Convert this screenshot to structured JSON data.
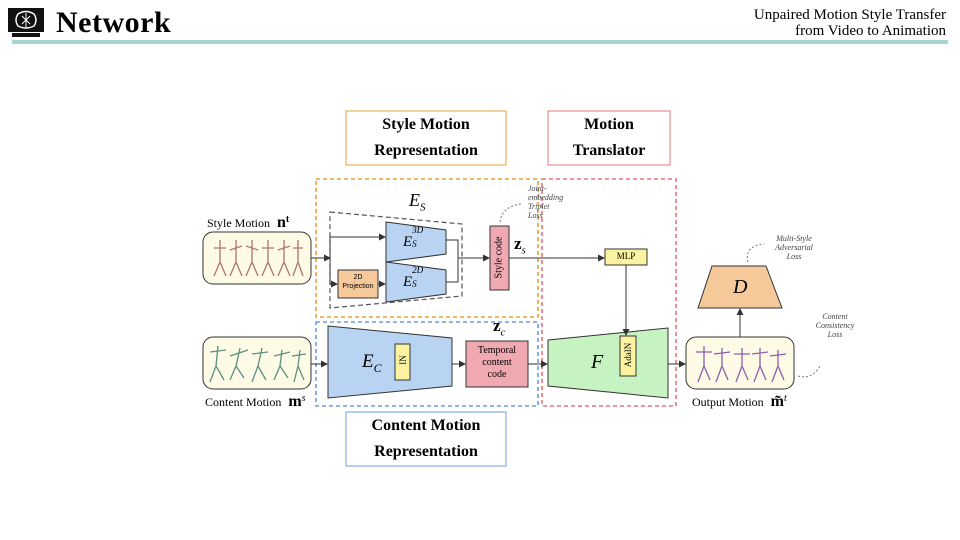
{
  "header": {
    "title": "Network",
    "subtitle_line1": "Unpaired Motion Style Transfer",
    "subtitle_line2": "from Video to Animation"
  },
  "diagram": {
    "style_rep_line1": "Style Motion",
    "style_rep_line2": "Representation",
    "translator_line1": "Motion",
    "translator_line2": "Translator",
    "content_rep_line1": "Content Motion",
    "content_rep_line2": "Representation",
    "style_motion_label": "Style Motion",
    "style_motion_symbol": "n",
    "style_motion_sup": "t",
    "content_motion_label": "Content Motion",
    "content_motion_symbol": "m",
    "content_motion_sup": "s",
    "output_motion_label": "Output Motion",
    "output_motion_symbol": "m̃",
    "output_motion_sup": "t",
    "es_label": "E",
    "es_sub": "S",
    "es3d_label": "E",
    "es3d_sub": "S",
    "es3d_sup": "3D",
    "es2d_label": "E",
    "es2d_sub": "S",
    "es2d_sup": "2D",
    "projection_line1": "2D",
    "projection_line2": "Projection",
    "style_code": "Style code",
    "zs_label": "z",
    "zs_sub": "s",
    "zc_label": "z",
    "zc_sub": "c",
    "ec_label": "E",
    "ec_sub": "C",
    "in_label": "IN",
    "temporal_line1": "Temporal",
    "temporal_line2": "content",
    "temporal_line3": "code",
    "mlp": "MLP",
    "f_label": "F",
    "adain": "AdaIN",
    "d_label": "D",
    "joint_loss_line1": "Joint-",
    "joint_loss_line2": "embedding",
    "joint_loss_line3": "Triplet",
    "joint_loss_line4": "Loss",
    "adv_loss_line1": "Multi-Style",
    "adv_loss_line2": "Adversarial",
    "adv_loss_line3": "Loss",
    "cons_loss_line1": "Content",
    "cons_loss_line2": "Consistency",
    "cons_loss_line3": "Loss"
  },
  "colors": {
    "header_line": "#a9d4d6",
    "style_border": "#e8a13a",
    "translator_border": "#e8747a",
    "content_border": "#6f9ce0",
    "encoder_fill": "#b9d4f3",
    "projection_fill": "#f6c99b",
    "style_code_fill": "#f0a9b0",
    "temporal_fill": "#f0a9b0",
    "mlp_fill": "#fbf3a0",
    "f_fill": "#c7f3c2",
    "d_fill": "#f6c99b",
    "motion_fill": "#fdfbe5",
    "style_skeleton": "#b0736c",
    "content_skeleton": "#5f8f80",
    "output_skeleton": "#8c5fb0"
  }
}
